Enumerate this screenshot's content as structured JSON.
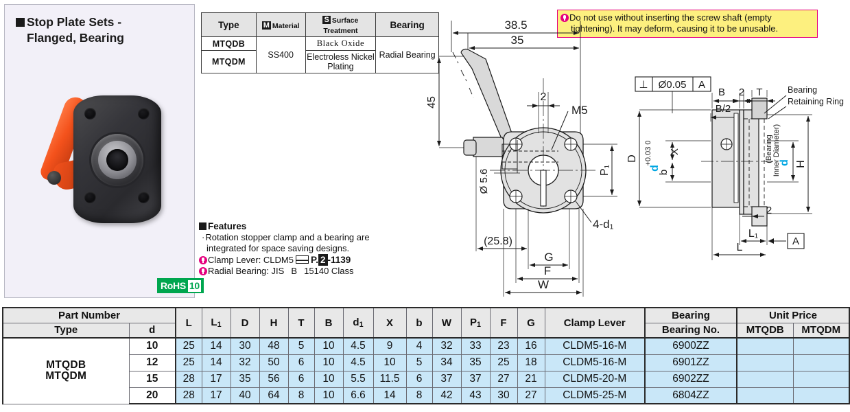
{
  "header": {
    "title_line1": "Stop Plate Sets -",
    "title_line2": "Flanged, Bearing",
    "rohs_label": "RoHS",
    "rohs_number": "10"
  },
  "spec_table": {
    "headers": {
      "type": "Type",
      "material_tag": "M",
      "material": "Material",
      "surface_tag": "S",
      "surface": "Surface Treatment",
      "bearing": "Bearing"
    },
    "rows": [
      {
        "type": "MTQDB",
        "surface": "Black Oxide"
      },
      {
        "type": "MTQDM",
        "surface": "Electroless Nickel Plating"
      }
    ],
    "material_value": "SS400",
    "bearing_value": "Radial Bearing"
  },
  "features": {
    "heading": "Features",
    "bullet1_line1": "Rotation stopper clamp and a bearing are",
    "bullet1_line2": "integrated for space saving designs.",
    "note1_label": "Clamp Lever: CLDM5",
    "note1_page_prefix": "P.",
    "note1_page_volume": "2",
    "note1_page_number": "-1139",
    "note2": "Radial Bearing: JIS  B  15140 Class"
  },
  "warning": {
    "line1": "Do not use without inserting the screw shaft (empty",
    "line2": "tightening). It may deform, causing it to be unusable."
  },
  "front_view": {
    "dim_385": "38.5",
    "dim_35": "35",
    "dim_45": "45",
    "dim_2": "2",
    "thread": "M5",
    "dia_56": "Ø 5.6",
    "dim_258": "(25.8)",
    "dim_P1": "P",
    "dim_P1_sub": "1",
    "holes": "4-d",
    "holes_sub": "1",
    "dim_G": "G",
    "dim_F": "F",
    "dim_W": "W"
  },
  "side_view": {
    "gd_symbol": "⊥",
    "gd_tolerance": "Ø0.05",
    "gd_datum": "A",
    "dim_B": "B",
    "dim_B2": "B/2",
    "dim_2_top": "2",
    "dim_T": "T",
    "label_bearing": "Bearing",
    "label_retaining": "Retaining Ring",
    "label_bearing_id": "(Bearing\nInner Diameter)",
    "dim_D": "D",
    "dim_d_tol_upper": "+0.03",
    "dim_d_tol_lower": "0",
    "dim_d": "d",
    "dim_X": "X",
    "dim_b": "b",
    "dim_H": "H",
    "dim_d_right": "d",
    "dim_2_bottom": "2",
    "dim_L1": "L",
    "dim_L1_sub": "1",
    "dim_L": "L",
    "datum_A": "A"
  },
  "main_table": {
    "headers": {
      "part_number": "Part Number",
      "type": "Type",
      "d": "d",
      "L": "L",
      "L1": "L",
      "L1_sub": "1",
      "D": "D",
      "H": "H",
      "T": "T",
      "B": "B",
      "d1": "d",
      "d1_sub": "1",
      "X": "X",
      "b": "b",
      "W": "W",
      "P1": "P",
      "P1_sub": "1",
      "F": "F",
      "G": "G",
      "clamp_lever": "Clamp Lever",
      "bearing": "Bearing",
      "bearing_no": "Bearing No.",
      "unit_price": "Unit Price",
      "price_mtqdb": "MTQDB",
      "price_mtqdm": "MTQDM"
    },
    "types": [
      "MTQDB",
      "MTQDM"
    ],
    "rows": [
      {
        "d": "10",
        "L": "25",
        "L1": "14",
        "D": "30",
        "H": "48",
        "T": "5",
        "B": "10",
        "d1": "4.5",
        "X": "9",
        "b": "4",
        "W": "32",
        "P1": "33",
        "F": "23",
        "G": "16",
        "clamp_lever": "CLDM5-16-M",
        "bearing_no": "6900ZZ",
        "price_b": "",
        "price_m": ""
      },
      {
        "d": "12",
        "L": "25",
        "L1": "14",
        "D": "32",
        "H": "50",
        "T": "6",
        "B": "10",
        "d1": "4.5",
        "X": "10",
        "b": "5",
        "W": "34",
        "P1": "35",
        "F": "25",
        "G": "18",
        "clamp_lever": "CLDM5-16-M",
        "bearing_no": "6901ZZ",
        "price_b": "",
        "price_m": ""
      },
      {
        "d": "15",
        "L": "28",
        "L1": "17",
        "D": "35",
        "H": "56",
        "T": "6",
        "B": "10",
        "d1": "5.5",
        "X": "11.5",
        "b": "6",
        "W": "37",
        "P1": "37",
        "F": "27",
        "G": "21",
        "clamp_lever": "CLDM5-20-M",
        "bearing_no": "6902ZZ",
        "price_b": "",
        "price_m": ""
      },
      {
        "d": "20",
        "L": "28",
        "L1": "17",
        "D": "40",
        "H": "64",
        "T": "8",
        "B": "10",
        "d1": "6.6",
        "X": "14",
        "b": "8",
        "W": "42",
        "P1": "43",
        "F": "30",
        "G": "27",
        "clamp_lever": "CLDM5-25-M",
        "bearing_no": "6804ZZ",
        "price_b": "",
        "price_m": ""
      }
    ]
  },
  "colors": {
    "brand_cyan": "#00a6e2",
    "warning_border": "#e5007e",
    "warning_bg": "#fdf07f",
    "rohs_green": "#00a64f",
    "data_cell_blue": "#c9e7f8",
    "header_gray": "#e8e8e8"
  }
}
